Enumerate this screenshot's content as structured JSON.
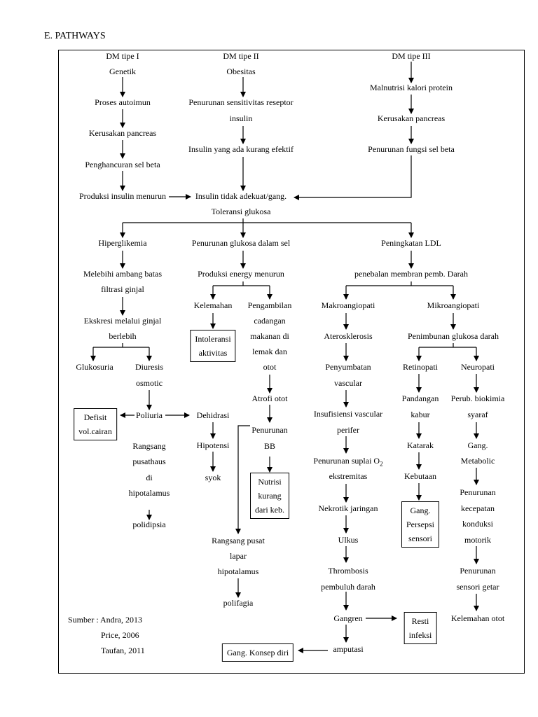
{
  "title": "E. PATHWAYS",
  "nodes": {
    "dm1": "DM tipe I",
    "dm2": "DM tipe II",
    "dm3": "DM tipe III",
    "genetik": "Genetik",
    "obesitas": "Obesitas",
    "autoimun": "Proses autoimun",
    "kerusakan1": "Kerusakan pancreas",
    "penghancuran": "Penghancuran sel beta",
    "produksi_insulin": "Produksi insulin menurun",
    "sensitivitas_1": "Penurunan sensitivitas reseptor",
    "sensitivitas_2": "insulin",
    "insulin_kurang": "Insulin yang ada kurang efektif",
    "malnutrisi": "Malnutrisi kalori protein",
    "kerusakan3": "Kerusakan pancreas",
    "fungsi_beta": "Penurunan fungsi sel beta",
    "tidak_adekuat_1": "Insulin tidak adekuat/gang.",
    "tidak_adekuat_2": "Toleransi glukosa",
    "hiperglikemia": "Hiperglikemia",
    "penurunan_glukosa": "Penurunan glukosa dalam sel",
    "ldl": "Peningkatan LDL",
    "ambang_1": "Melebihi ambang batas",
    "ambang_2": "filtrasi ginjal",
    "ekskresi_1": "Ekskresi melalui ginjal",
    "ekskresi_2": "berlebih",
    "glukosuria": "Glukosuria",
    "diuresis_1": "Diuresis",
    "diuresis_2": "osmotic",
    "defisit_1": "Defisit",
    "defisit_2": "vol.cairan",
    "poliuria": "Poliuria",
    "dehidrasi": "Dehidrasi",
    "hipotensi": "Hipotensi",
    "syok": "syok",
    "rangsang_haus_1": "Rangsang",
    "rangsang_haus_2": "pusathaus",
    "rangsang_haus_3": "di",
    "rangsang_haus_4": "hipotalamus",
    "polidipsia": "polidipsia",
    "energy": "Produksi energy menurun",
    "kelemahan": "Kelemahan",
    "intoleransi_1": "Intoleransi",
    "intoleransi_2": "aktivitas",
    "pengambilan_1": "Pengambilan",
    "pengambilan_2": "cadangan",
    "pengambilan_3": "makanan di",
    "pengambilan_4": "lemak dan",
    "pengambilan_5": "otot",
    "atrofi": "Atrofi otot",
    "bb_1": "Penurunan",
    "bb_2": "BB",
    "nutrisi_1": "Nutrisi",
    "nutrisi_2": "kurang",
    "nutrisi_3": "dari keb.",
    "lapar_1": "Rangsang pusat",
    "lapar_2": "lapar",
    "lapar_3": "hipotalamus",
    "polifagia": "polifagia",
    "penebalan": "penebalan membran pemb. Darah",
    "makro": "Makroangiopati",
    "mikro": "Mikroangiopati",
    "aterosklerosis": "Aterosklerosis",
    "penyumbatan_1": "Penyumbatan",
    "penyumbatan_2": "vascular",
    "insufisiensi_1": "Insufisiensi vascular",
    "insufisiensi_2": "perifer",
    "suplai_main": "Penurunan suplai O",
    "suplai_sub": "2",
    "suplai_2": "ekstremitas",
    "nekrotik": "Nekrotik jaringan",
    "ulkus": "Ulkus",
    "thrombosis_1": "Thrombosis",
    "thrombosis_2": "pembuluh darah",
    "gangren": "Gangren",
    "resti_1": "Resti",
    "resti_2": "infeksi",
    "amputasi": "amputasi",
    "konsep_diri": "Gang. Konsep diri",
    "penimbunan": "Penimbunan glukosa darah",
    "retinopati": "Retinopati",
    "neuropati": "Neuropati",
    "pandangan_1": "Pandangan",
    "pandangan_2": "kabur",
    "katarak": "Katarak",
    "kebutaan": "Kebutaan",
    "persepsi_1": "Gang.",
    "persepsi_2": "Persepsi",
    "persepsi_3": "sensori",
    "biokimia_1": "Perub. biokimia",
    "biokimia_2": "syaraf",
    "metabolic_1": "Gang.",
    "metabolic_2": "Metabolic",
    "konduksi_1": "Penurunan",
    "konduksi_2": "kecepatan",
    "konduksi_3": "konduksi",
    "konduksi_4": "motorik",
    "getar_1": "Penurunan",
    "getar_2": "sensori getar",
    "kelemahan_otot": "Kelemahan otot"
  },
  "sources": [
    "Sumber : Andra, 2013",
    "Price, 2006",
    "Taufan, 2011"
  ]
}
